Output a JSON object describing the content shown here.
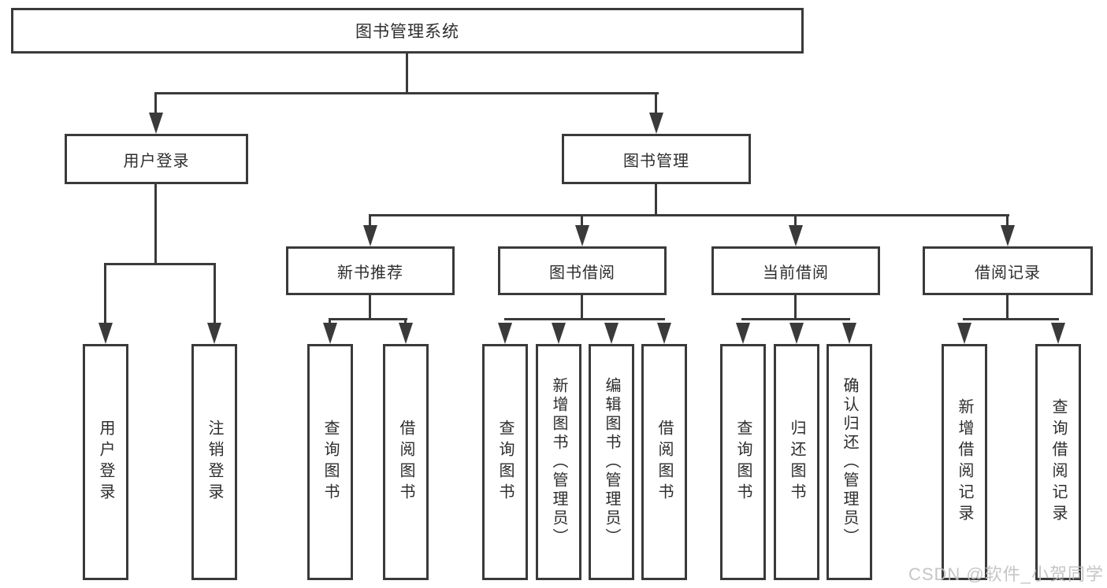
{
  "diagram": {
    "root": {
      "label": "图书管理系统"
    },
    "level2": {
      "user_login": {
        "label": "用户登录"
      },
      "book_mgmt": {
        "label": "图书管理"
      }
    },
    "level3": {
      "new_book_rec": {
        "label": "新书推荐"
      },
      "book_borrow": {
        "label": "图书借阅"
      },
      "current_borrow": {
        "label": "当前借阅"
      },
      "borrow_records": {
        "label": "借阅记录"
      }
    },
    "leaves": {
      "user_login_leaf": {
        "label": "用户登录"
      },
      "logout_leaf": {
        "label": "注销登录"
      },
      "rec_query_books": {
        "label": "查询图书"
      },
      "rec_borrow_books": {
        "label": "借阅图书"
      },
      "bb_query_books": {
        "label": "查询图书"
      },
      "bb_add_books": {
        "label": "新增图书（管理员）"
      },
      "bb_edit_books": {
        "label": "编辑图书（管理员）"
      },
      "bb_borrow_books": {
        "label": "借阅图书"
      },
      "cb_query_books": {
        "label": "查询图书"
      },
      "cb_return_books": {
        "label": "归还图书"
      },
      "cb_confirm_return": {
        "label": "确认归还（管理员）"
      },
      "br_add_record": {
        "label": "新增借阅记录"
      },
      "br_query_record": {
        "label": "查询借阅记录"
      }
    },
    "watermark": "CSDN @软件_小贺同学",
    "colors": {
      "line": "#3a3a3a",
      "box_bg": "#ffffff",
      "text": "#2d2d2d",
      "watermark": "#bfbfbf"
    }
  }
}
